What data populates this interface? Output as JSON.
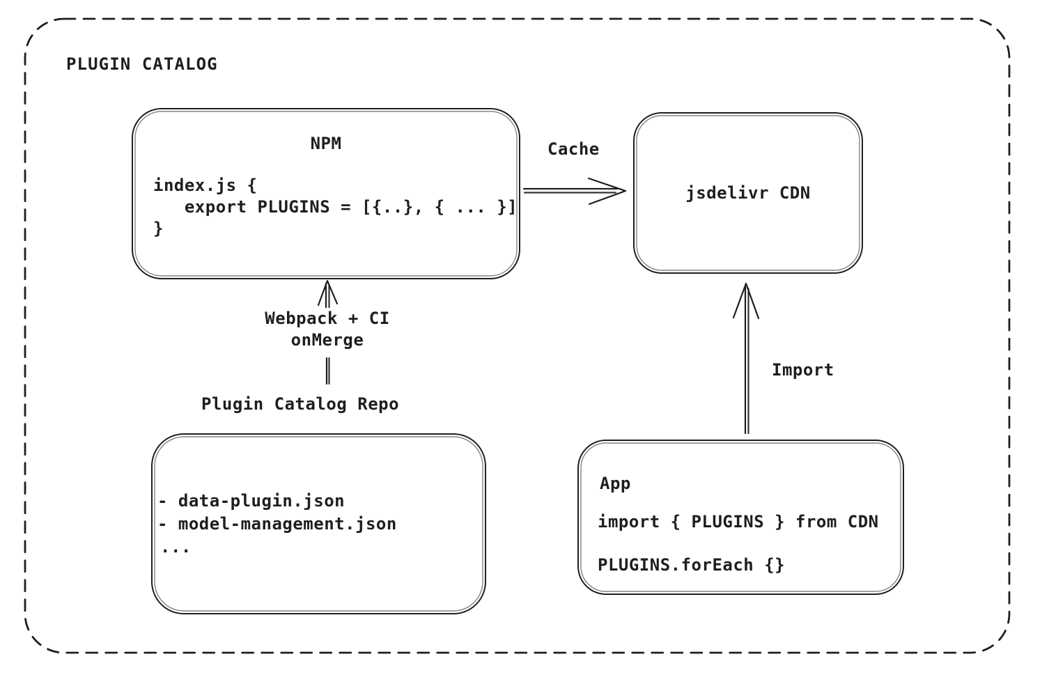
{
  "diagram": {
    "title": "PLUGIN CATALOG",
    "ink_color": "#1e1e1e",
    "background_color": "#ffffff",
    "nodes": {
      "npm": {
        "title": "NPM",
        "code_lines": [
          "index.js {",
          "   export PLUGINS = [{..}, { ... }]",
          "}"
        ]
      },
      "cdn": {
        "label": "jsdelivr CDN"
      },
      "repo": {
        "label": "Plugin Catalog Repo",
        "file_lines": [
          "- data-plugin.json",
          "- model-management.json",
          "..."
        ]
      },
      "app": {
        "title": "App",
        "code_line_1": "import { PLUGINS } from CDN",
        "code_line_2": "PLUGINS.forEach {}"
      }
    },
    "edges": {
      "cache": {
        "label": "Cache",
        "from": "NPM",
        "to": "jsdelivr CDN"
      },
      "import": {
        "label": "Import",
        "from": "App",
        "to": "jsdelivr CDN"
      },
      "build": {
        "label_line_1": "Webpack + CI",
        "label_line_2": "onMerge",
        "from": "Plugin Catalog Repo",
        "to": "NPM"
      }
    }
  }
}
